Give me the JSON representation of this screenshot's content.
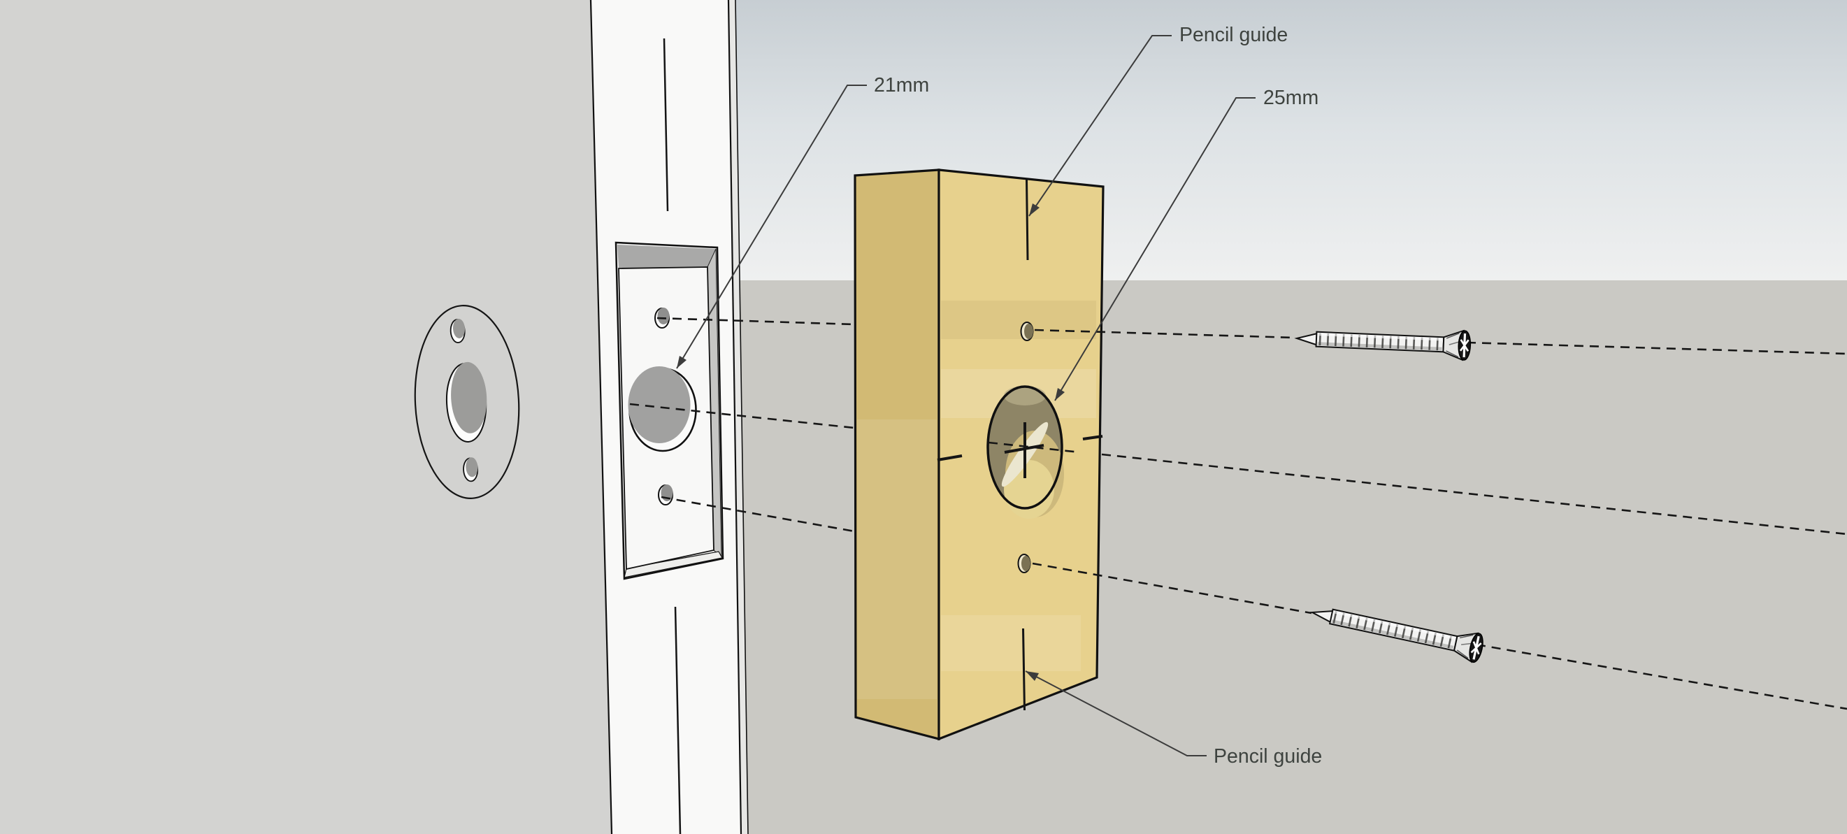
{
  "labels": {
    "left_hole": "21mm",
    "block_hole": "25mm",
    "pencil_guide_top": "Pencil guide",
    "pencil_guide_bottom": "Pencil guide"
  },
  "colors": {
    "sky_top": "#c7ced3",
    "sky_bottom": "#eff0f0",
    "ground": "#cac9c4",
    "door_face_panel": "#d3d3d1",
    "door_edge_board": "#f9f9f8",
    "faceplate": "#f8f8f7",
    "recess_shadow": "#a9a9a8",
    "brass_front": "#e7d18d",
    "brass_side": "#d2ba74",
    "hole_interior_dark": "#8e8566",
    "label_text": "#3e433f",
    "line_color": "#161616"
  }
}
